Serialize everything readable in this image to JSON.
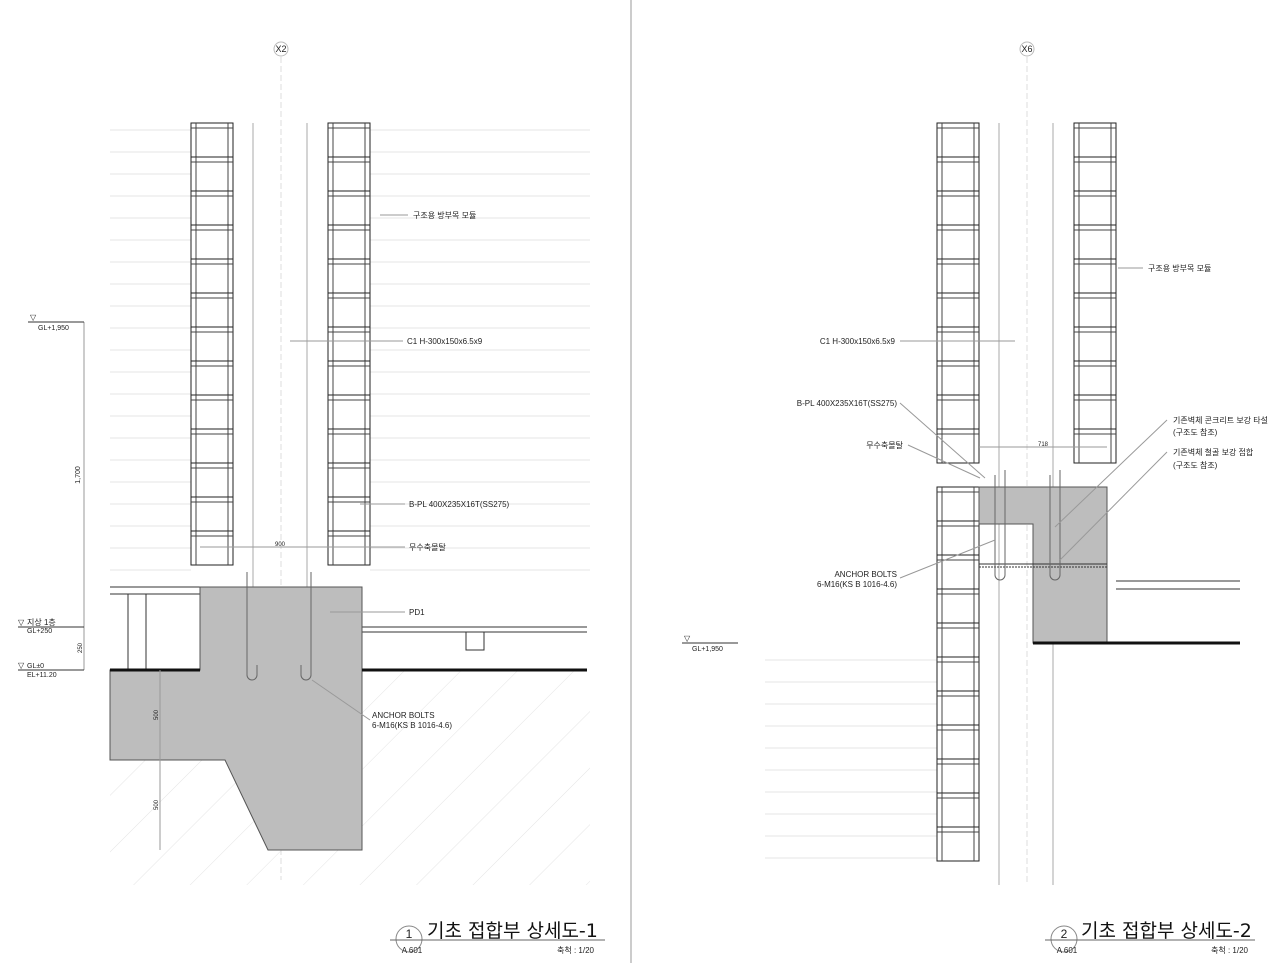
{
  "drawing1": {
    "grid_label": "X2",
    "labels": {
      "wood_module": "구조용 방부목 모듈",
      "column": "C1 H-300x150x6.5x9",
      "base_plate": "B-PL 400X235X16T(SS275)",
      "grout": "무수축몰탈",
      "pedestal": "PD1",
      "anchor_bolts_1": "ANCHOR BOLTS",
      "anchor_bolts_2": "6-M16(KS B 1016-4.6)"
    },
    "levels": {
      "top": "GL+1,950",
      "floor1_name": "지상 1층",
      "floor1": "GL+250",
      "ground": "GL±0",
      "el": "EL+11.20"
    },
    "dims": {
      "height": "1,700",
      "floor": "250",
      "width": "900",
      "depth1": "500",
      "depth2": "500"
    },
    "title": "기초 접합부 상세도-1",
    "number": "1",
    "sheet": "A 601",
    "scale": "축척 : 1/20"
  },
  "drawing2": {
    "grid_label": "X6",
    "labels": {
      "wood_module": "구조용 방부목 모듈",
      "column": "C1 H-300x150x6.5x9",
      "base_plate": "B-PL 400X235X16T(SS275)",
      "grout": "무수축몰탈",
      "concrete_1": "기존벽체 콘크리트 보강 타설",
      "concrete_2": "(구조도 참조)",
      "steel_1": "기존벽체 철골 보강 접합",
      "steel_2": "(구조도 참조)",
      "anchor_bolts_1": "ANCHOR BOLTS",
      "anchor_bolts_2": "6-M16(KS B 1016-4.6)"
    },
    "levels": {
      "top": "GL+1,950"
    },
    "dims": {
      "width": "718"
    },
    "title": "기초 접합부 상세도-2",
    "number": "2",
    "sheet": "A 601",
    "scale": "축척 : 1/20"
  },
  "colors": {
    "concrete": "#bdbdbd",
    "line": "#222222",
    "hatch": "#e6e6e6"
  }
}
